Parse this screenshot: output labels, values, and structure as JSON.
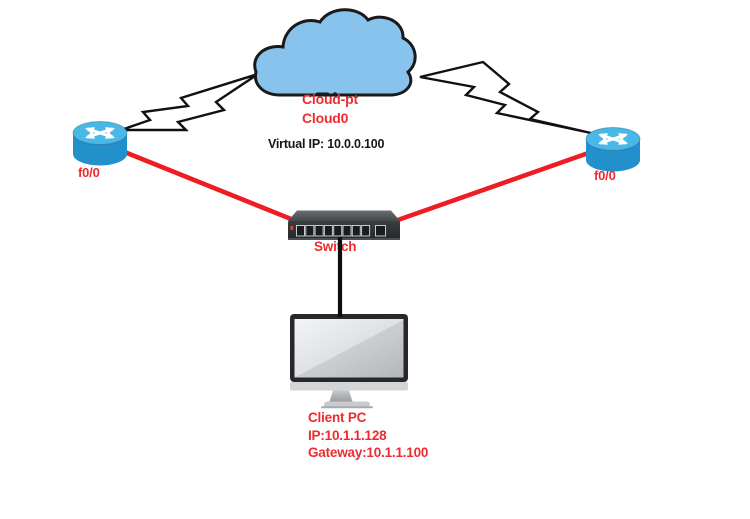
{
  "diagram": {
    "cloud": {
      "name": "Cloud-pt",
      "id": "Cloud0",
      "virtual_ip": "Virtual IP: 10.0.0.100"
    },
    "routers": [
      {
        "position": "left",
        "interface": "f0/0"
      },
      {
        "position": "right",
        "interface": "f0/0"
      }
    ],
    "switch": {
      "label": "Switch"
    },
    "client_pc": {
      "name": "Client PC",
      "ip": "IP:10.1.1.128",
      "gateway": "Gateway:10.1.1.100"
    },
    "icons": {
      "cloud": "cloud-icon",
      "router": "router-icon",
      "switch": "switch-icon",
      "pc": "client-pc-icon",
      "wan_link": "lightning-link-icon",
      "lan_link": "ethernet-link-icon",
      "pc_link": "cable-link-icon"
    }
  },
  "theme": {
    "canvas_bg": "#ffffff",
    "label_red": "#ee2b2f",
    "text_dark": "#15151d",
    "link_red": "#ee1c24",
    "link_black": "#111111",
    "cloud_fill": "#87c3ec",
    "cloud_stroke": "#1a1a1a",
    "router_top": "#49b8e6",
    "router_side": "#2190cb"
  }
}
